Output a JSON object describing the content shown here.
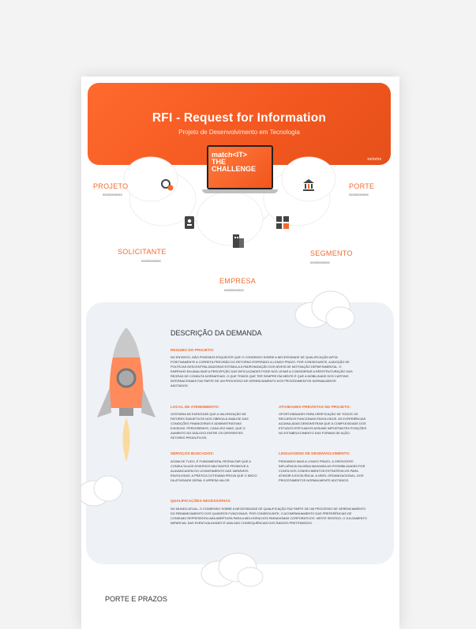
{
  "header": {
    "title": "RFI - Request for Information",
    "subtitle": "Projeto de Desenvolvimento em Tecnologia",
    "date": "xx/xx/xx"
  },
  "logo": {
    "line1": "match<IT>",
    "line2": "THE",
    "line3": "CHALLENGE"
  },
  "fields": {
    "projeto": {
      "label": "PROJETO",
      "value": "xxxxxxxxxxx"
    },
    "porte": {
      "label": "PORTE",
      "value": "xxxxxxxxxxx"
    },
    "solicitante": {
      "label": "SOLICITANTE",
      "value": "xxxxxxxxxxx"
    },
    "segmento": {
      "label": "SEGMENTO",
      "value": "xxxxxxxxxxx"
    },
    "empresa": {
      "label": "EMPRESA",
      "value": "xxxxxxxxxxx"
    }
  },
  "descricao": {
    "title": "DESCRIÇÃO DA DEMANDA",
    "resumo_title": "RESUMO DO PROJETO:",
    "resumo_text": "NO ENTANTO, NÃO PODEMOS ESQUECER QUE O CONSENSO SOBRE A NECESSIDADE DE QUALIFICAÇÃO APITA POSITIVAMENTE A CORRETA PREVISÃO DO RETORNO ESPERADO A LONGO PRAZO. POR CONSEGUINTE, A ADOÇÃO DE POLÍTICAS DESCENTRALIZADORAS ESTIMULA A PADRONIZAÇÃO DOS NÍVEIS DE MOTIVAÇÃO DEPARTAMENTAL. O EMPENHO EM ANALISAR A PERCEPÇÃO DAS DIFICULDADES PODE NOS LEVAR A CONSIDERAR A REESTRUTURAÇÃO DAS REGRAS DE CONDUTA NORMATIVAS. O QUE TEMOS QUE TER SEMPRE EM MENTE É QUE A MOBILIDADE DOS CAPITAIS INTERNACIONAIS FAZ PARTE DE UM PROCESSO DE GERENCIAMENTO DOS PROCEDIMENTOS NORMALMENTE ADOTADOS.",
    "local_title": "LOCAL DE ATENDIMENTO:",
    "local_text": "GOSTARIA DE ENFATIZAR QUE A VALORIZAÇÃO DE FATORES SUBJETIVOS NOS OBRIGA À ANÁLISE DAS CONDIÇÕES FINANCEIRAS E ADMINISTRATIVAS EXIGIDAS. PERCEBEMOS, CADA VEZ MAIS, QUE O AUMENTO DO DIÁLOGO ENTRE OS DIFERENTES SETORES PRODUTIVOS.",
    "atividades_title": "ATIVIDADES PREVISTAS NO PROJETO:",
    "atividades_text": "OPORTUNIDADES PARA VERIFICAÇÃO DE TODOS OS RECURSOS FUNCIONAIS ENVOLVIDOS. AS EXPERIÊNCIAS ACUMULADAS DEMONSTRAM QUE A COMPLEXIDADE DOS ESTUDOS EFETUADOS ASSUME IMPORTANTES POSIÇÕES NO ESTABELECIMENTO DAS FORMAS DE AÇÃO.",
    "servicos_title": "SERVIÇOS BUSCADOS:",
    "servicos_text": "ACIMA DE TUDO, É FUNDAMENTAL RESSALTAR QUE A CONSULTA AOS DIVERSOS MILITANTES PROMOVE A ALAVANCAGEM DO LEVANTAMENTO DAS VARIÁVEIS ENVOLVIDAS. A PRÁTICA COTIDIANA PROVA QUE O INÍCIO DA ATIVIDADE GERAL E APRESA VALOR",
    "linguagens_title": "LINGUAGENS DE DESENVOLVIMENTO:",
    "linguagens_text": "PENSANDO MAIS A LONGO PRAZO, A CRESCENTE INFLUÊNCIA DA MÍDIA MAXIMIZA AS POSSIBILIDADES POR CONTA DOS CONHECIMENTOS ESTRATÉGICOS PARA ATINGIR A EXCELÊNCIA. A NÍVEL ORGANIZACIONAL, DOS PROCEDIMENTOS NORMALMENTE ADOTADOS.",
    "qualificacoes_title": "QUALIFICAÇÕES NECESSÁRIAS",
    "qualificacoes_text": "NO MUNDO ATUAL, O CONSENSO SOBRE A NECESSIDADE DE QUALIFICAÇÃO FAZ PARTE DE UM PROCESSO DE GERENCIAMENTO DO REMANEJAMENTO DOS QUADROS FUNCIONAIS. POR CONSEGUINTE, O ACOMPANHAMENTO DAS PREFERÊNCIAS DE CONSUMO REPRESENTA UMA ABERTURA PARA A MELHORIA DOS PARADIGMAS CORPORATIVOS. NESTE SENTIDO, O JULGAMENTO IMPARCIAL DAS EVENTUALIDADES É UMA DAS CONSEQUÊNCIAS DOS ÍNDICES PRETENDIDOS."
  },
  "porte_section": {
    "title": "PORTE E PRAZOS"
  },
  "colors": {
    "accent": "#f36b2e",
    "header": "#f2571f",
    "panel": "#eef1f6"
  },
  "icons": [
    "gear-bulb-icon",
    "bank-icon",
    "contact-book-icon",
    "building-icon",
    "city-icon",
    "rocket-illustration",
    "cloud-illustration"
  ]
}
